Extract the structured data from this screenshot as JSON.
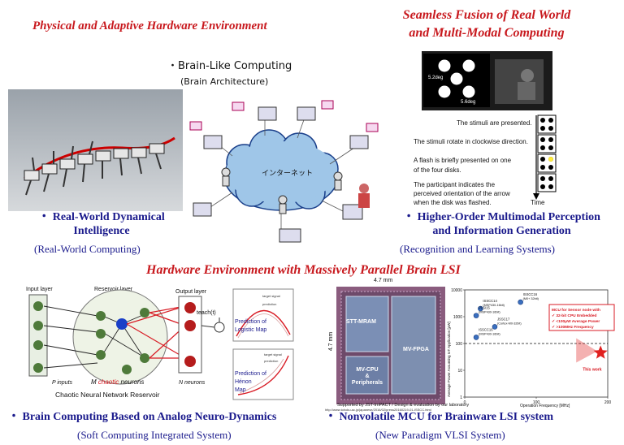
{
  "colors": {
    "red": "#c8191e",
    "navy": "#1a1a8c",
    "cloud": "#9fc6e8"
  },
  "titles": {
    "physical": "Physical and Adaptive Hardware Environment",
    "seamless_line1": "Seamless Fusion of Real World",
    "seamless_line2": "and Multi-Modal Computing",
    "hardware": "Hardware Environment with Massively Parallel Brain LSI"
  },
  "brain": {
    "heading": "・Brain-Like Computing",
    "sub": "(Brain Architecture)",
    "cloud_label": "インターネット"
  },
  "realworld": {
    "line1": "・ Real-World Dynamical",
    "line2": "Intelligence",
    "sub": "(Real-World Computing)"
  },
  "multimodal": {
    "line1": "・ Higher-Order Multimodal Perception",
    "line2": "and Information Generation",
    "sub": "(Recognition and Learning Systems)"
  },
  "experiment": {
    "step1": "The stimuli are presented.",
    "step2": "The stimuli rotate in clockwise direction.",
    "step3a": "A flash is briefly presented on one",
    "step3b": "of the four disks.",
    "step4a": "The  participant     indicates   the",
    "step4b": "perceived orientation of the arrow",
    "step4c": "when the disk was flashed.",
    "time": "Time",
    "deg1": "5.2deg",
    "deg2": "5.6deg"
  },
  "reservoir": {
    "input_layer": "Input layer",
    "reservoir_layer": "Reservoir layer",
    "output_layer": "Output layer",
    "p_inputs": "P inputs",
    "m_chaotic_prefix": "M",
    "m_chaotic_word": "chaotic",
    "m_chaotic_suffix": "neurons",
    "n_neurons": "N neurons",
    "teach": "teach(t)",
    "caption": "Chaotic Neural Network Reservoir",
    "pred_logistic": "Prediction of Logistic Map",
    "pred_henon": "Prediction of Hénon Map",
    "target_signal": "target signal",
    "prediction": "prediction"
  },
  "analog": {
    "line": "・ Brain Computing Based on Analog Neuro-Dynamics",
    "sub": "(Soft Computing Integrated System)"
  },
  "mcu": {
    "line": "・ Nonvolatile MCU for Brainware LSI system",
    "sub": "(New Paradigm VLSI System)",
    "dim_w": "4.7 mm",
    "dim_h": "4.7 mm",
    "block_sram": "STT-MRAM",
    "block_fpga": "MV-FPGA",
    "block_cpu1": "MV-CPU",
    "block_cpu2": "&",
    "block_cpu3": "Peripherals",
    "supported": "Supported by JST-ImPACT / Design & evaluation by our laboratory",
    "url": "http://www.tohoku.ac.jp/japanese/2016/02/press20160219-01-ISSCC.html",
    "ylabel": "Average Power Assuming IoT Application [μW]",
    "xlabel": "Operation Frequency [MHz]",
    "legend_title": "MCU for Sensor node with",
    "legend1": "✓ 32-bit CPU Embedded",
    "legend2": "✓ <100μW Average Power",
    "legend3": "✓ >100MHz Frequency",
    "this_work": "This work"
  },
  "chart_data": {
    "type": "scatter",
    "xlabel": "Operation Frequency [MHz]",
    "ylabel": "Average Power Assuming IoT Application [μW]",
    "xlim": [
      0,
      200
    ],
    "ylim": [
      1,
      10000
    ],
    "yscale": "log",
    "xticks": [
      "0",
      "100",
      "200"
    ],
    "yticks": [
      "10000",
      "1000",
      "100",
      "10",
      "1"
    ],
    "points": [
      {
        "label": "ISSCC14 (MSP430-16bit)",
        "x": 22,
        "y": 2000
      },
      {
        "label": "VLSI15 (MSP430-16bit)",
        "x": 16,
        "y": 1100
      },
      {
        "label": "ISSCC16 (M0+ 32bit)",
        "x": 78,
        "y": 3500
      },
      {
        "label": "JSSC17 (Cortex-M0-32bit)",
        "x": 42,
        "y": 420
      },
      {
        "label": "ISSCC16 (MSP430-16bit)",
        "x": 16,
        "y": 170
      },
      {
        "label": "This work",
        "x": 190,
        "y": 45
      }
    ]
  }
}
